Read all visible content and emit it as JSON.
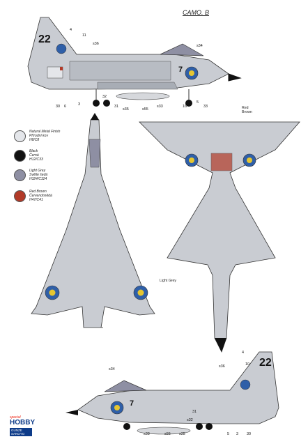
{
  "header": {
    "title": "CAMO. B"
  },
  "aircraft": {
    "number": "22",
    "tail_letter": "7"
  },
  "colors": {
    "metal": "#c9ccd2",
    "metal_dark": "#a8adb5",
    "black": "#111111",
    "light_grey": "#8e8fa3",
    "red_brown": "#b23a28",
    "roundel_blue": "#2f5fa8",
    "roundel_yellow": "#e6c630"
  },
  "legend": [
    {
      "label": "Natural Metal Finish\nPřírodní kov\nH8/C8",
      "swatch": "#e4e6ea",
      "icon": "metal-swatch-icon"
    },
    {
      "label": "Black\nČerná\nH12/C33",
      "swatch": "#111111",
      "icon": "black-swatch-icon"
    },
    {
      "label": "Light Grey\nSvětle šedá\nH324/C324",
      "swatch": "#8e8fa3",
      "icon": "grey-swatch-icon"
    },
    {
      "label": "Red Brown\nČervenohnědá\nH47/C41",
      "swatch": "#b23a28",
      "icon": "redbrown-swatch-icon"
    }
  ],
  "notes": {
    "red_brown": "Red\nBrown",
    "light_grey": "Light Grey"
  },
  "callouts_top": [
    "4",
    "11",
    "s36",
    "s34",
    "3",
    "30",
    "6",
    "32",
    "31",
    "s35",
    "s55",
    "s33",
    "16",
    "5",
    "33"
  ],
  "callouts_bottom": [
    "s36",
    "10",
    "4",
    "s34",
    "s32",
    "31",
    "s35",
    "s55",
    "s33",
    "5",
    "3",
    "30"
  ],
  "brand": {
    "special": "special",
    "hobby": "HOBBY",
    "gunze": "GUNZE SANGYO"
  }
}
